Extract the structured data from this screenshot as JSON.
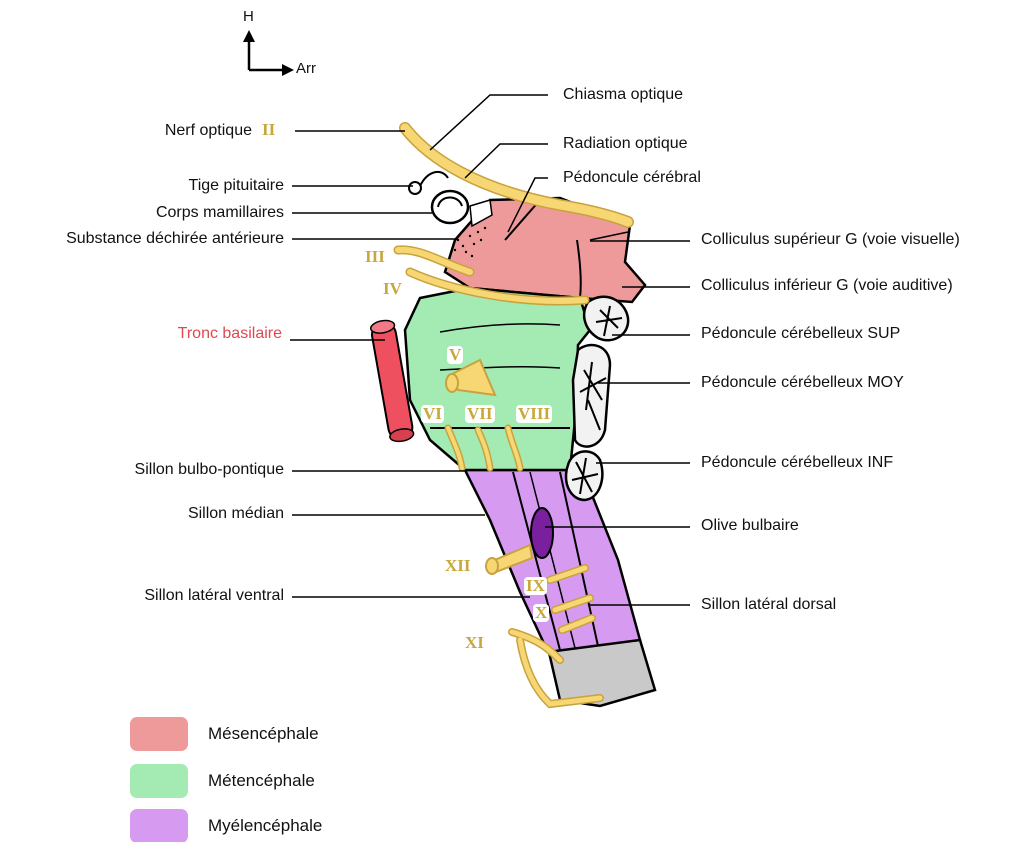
{
  "orientation": {
    "up": "H",
    "right": "Arr"
  },
  "labels_left": {
    "nerf_optique": "Nerf optique",
    "tige_pituitaire": "Tige pituitaire",
    "corps_mamillaires": "Corps mamillaires",
    "substance_dechiree": "Substance déchirée antérieure",
    "tronc_basilaire": "Tronc basilaire",
    "sillon_bulbo_pontique": "Sillon bulbo-pontique",
    "sillon_median": "Sillon médian",
    "sillon_lateral_ventral": "Sillon latéral ventral"
  },
  "labels_right": {
    "chiasma_optique": "Chiasma optique",
    "radiation_optique": "Radiation optique",
    "pedoncule_cerebral": "Pédoncule cérébral",
    "colliculus_superieur": "Colliculus supérieur G (voie visuelle)",
    "colliculus_inferieur": "Colliculus inférieur G (voie auditive)",
    "pedoncule_cerebelleux_sup": "Pédoncule cérébelleux SUP",
    "pedoncule_cerebelleux_moy": "Pédoncule cérébelleux MOY",
    "pedoncule_cerebelleux_inf": "Pédoncule cérébelleux INF",
    "olive_bulbaire": "Olive bulbaire",
    "sillon_lateral_dorsal": "Sillon latéral dorsal"
  },
  "cranial_nerves": {
    "II": "II",
    "III": "III",
    "IV": "IV",
    "V": "V",
    "VI": "VI",
    "VII": "VII",
    "VIII": "VIII",
    "IX": "IX",
    "X": "X",
    "XI": "XI",
    "XII": "XII"
  },
  "legend": [
    {
      "label": "Mésencéphale",
      "color": "#ef9a9a"
    },
    {
      "label": "Métencéphale",
      "color": "#a3eab3"
    },
    {
      "label": "Myélencéphale",
      "color": "#d69af0"
    }
  ],
  "colors": {
    "nerve": "#f7d774",
    "nerve_outline": "#c9a23e",
    "artery": "#ee5060",
    "label_accent": "#e04850",
    "roman": "#c8a83c",
    "olive": "#7a1f9e",
    "spinal_cord": "#c9c9c9"
  }
}
